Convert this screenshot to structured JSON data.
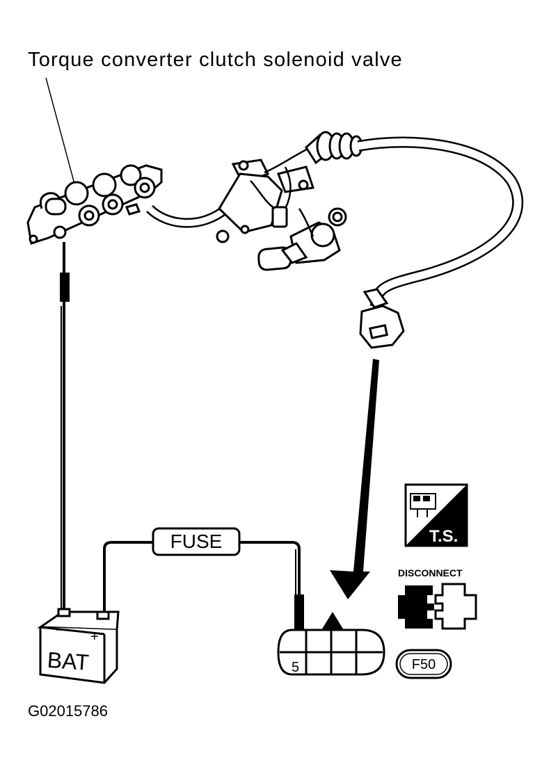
{
  "title": "Torque converter clutch solenoid valve",
  "figure_code": "G02015786",
  "labels": {
    "fuse": "FUSE",
    "battery": "BAT",
    "battery_neg": "−",
    "battery_pos": "+",
    "pin_number": "5",
    "ts_badge": "T.S.",
    "disconnect": "DISCONNECT",
    "connector_id": "F50"
  }
}
